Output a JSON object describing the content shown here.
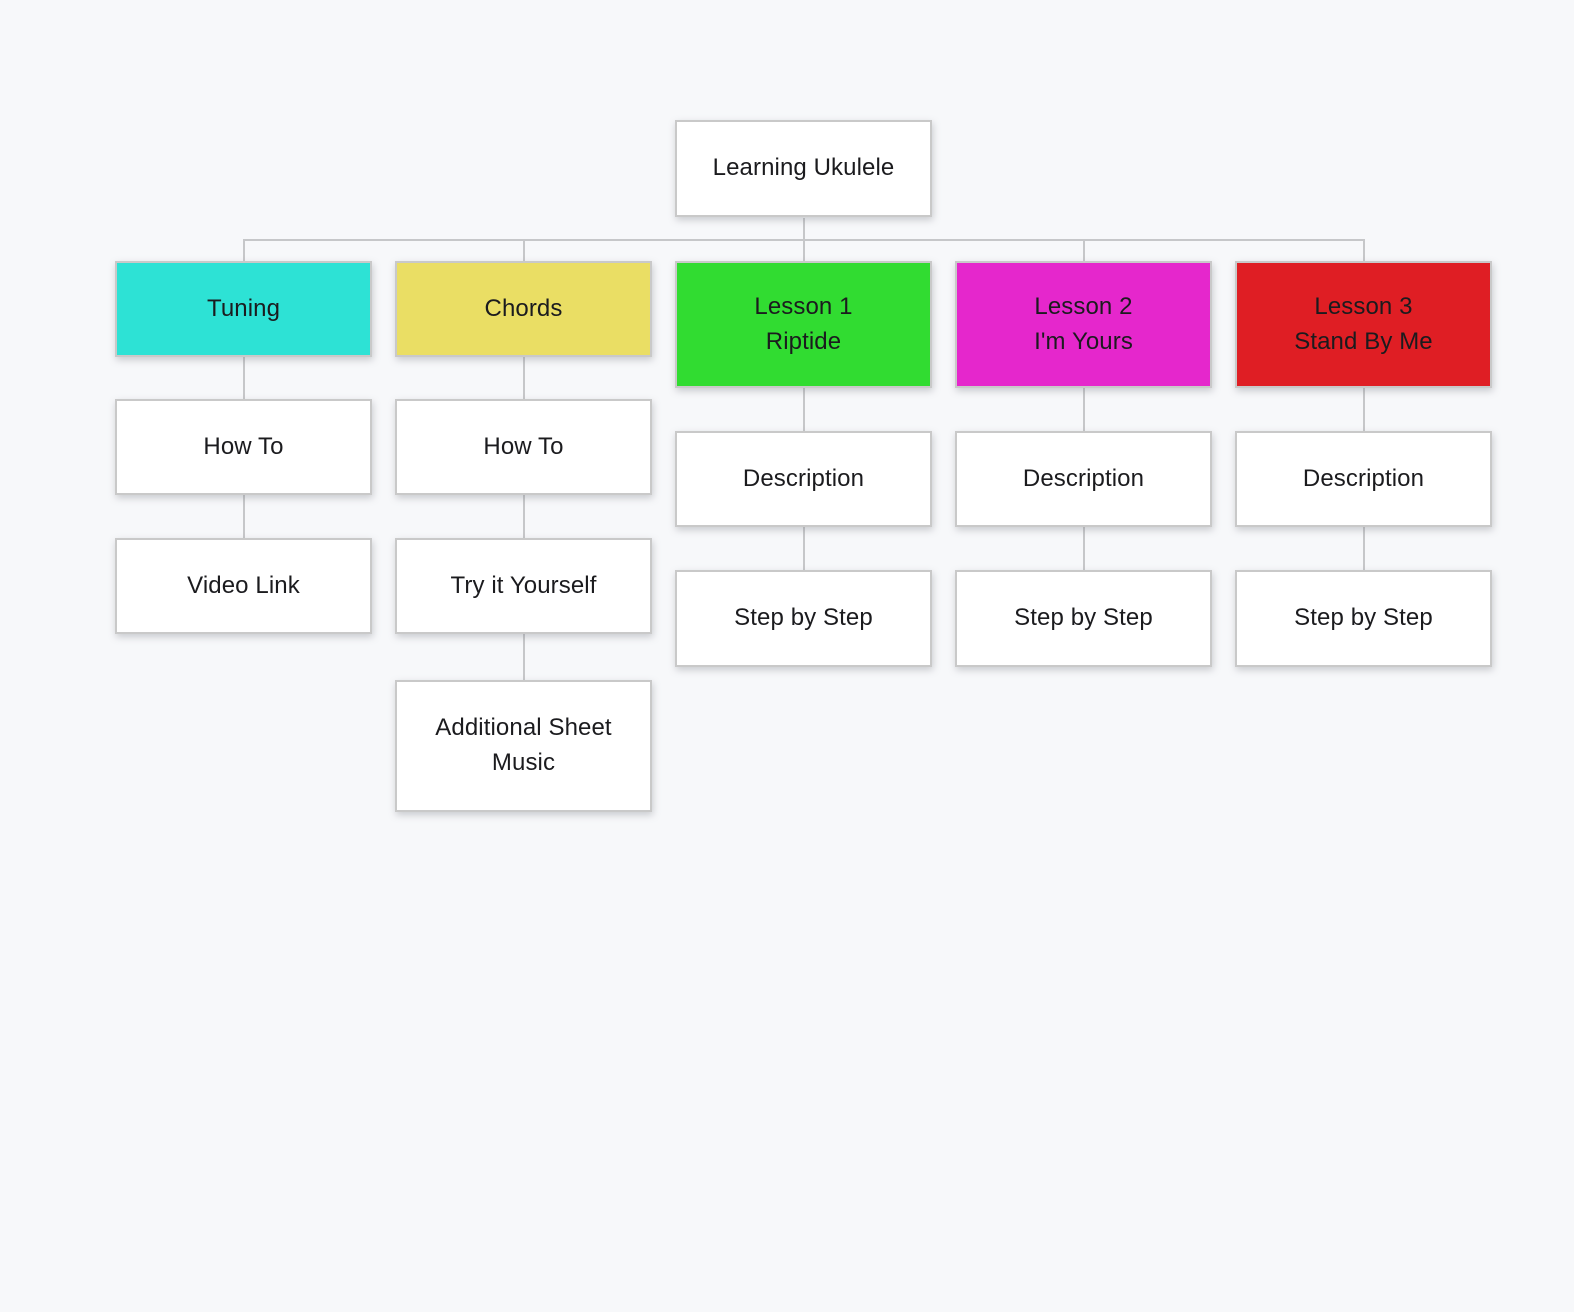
{
  "app": {
    "background": "#f7f8fa"
  },
  "diagram": {
    "line_color": "#c6c7c9",
    "node_border_color": "#c9c9c9",
    "text_color": "#1b1b1e",
    "nodes": [
      {
        "id": "root",
        "label": "Learning Ukulele",
        "fill": "#ffffff"
      },
      {
        "id": "tuning",
        "label": "Tuning",
        "fill": "#2de2d5"
      },
      {
        "id": "chords",
        "label": "Chords",
        "fill": "#eade64"
      },
      {
        "id": "lesson-1",
        "label": "Lesson 1\nRiptide",
        "fill": "#31dc31"
      },
      {
        "id": "lesson-2",
        "label": "Lesson 2\nI'm Yours",
        "fill": "#e527cc"
      },
      {
        "id": "lesson-3",
        "label": "Lesson 3\nStand By Me",
        "fill": "#df1e24"
      },
      {
        "id": "tuning-how-to",
        "label": "How To",
        "fill": "#ffffff"
      },
      {
        "id": "tuning-video-link",
        "label": "Video Link",
        "fill": "#ffffff"
      },
      {
        "id": "chords-how-to",
        "label": "How To",
        "fill": "#ffffff"
      },
      {
        "id": "chords-try-it-yourself",
        "label": "Try it Yourself",
        "fill": "#ffffff"
      },
      {
        "id": "chords-additional-sheet-music",
        "label": "Additional Sheet Music",
        "fill": "#ffffff"
      },
      {
        "id": "lesson-1-description",
        "label": "Description",
        "fill": "#ffffff"
      },
      {
        "id": "lesson-1-step-by-step",
        "label": "Step by Step",
        "fill": "#ffffff"
      },
      {
        "id": "lesson-2-description",
        "label": "Description",
        "fill": "#ffffff"
      },
      {
        "id": "lesson-2-step-by-step",
        "label": "Step by Step",
        "fill": "#ffffff"
      },
      {
        "id": "lesson-3-description",
        "label": "Description",
        "fill": "#ffffff"
      },
      {
        "id": "lesson-3-step-by-step",
        "label": "Step by Step",
        "fill": "#ffffff"
      }
    ]
  }
}
